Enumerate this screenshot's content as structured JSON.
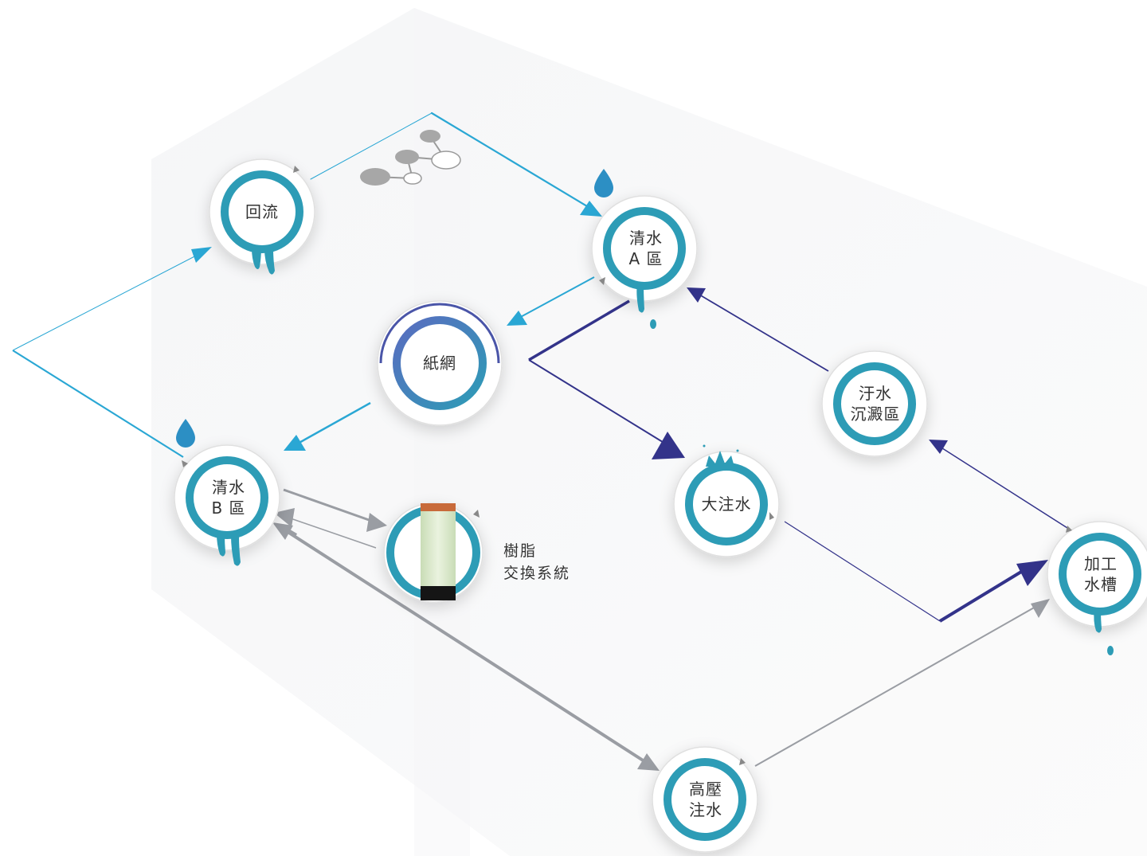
{
  "nodes": {
    "huiliu": {
      "label": "回流"
    },
    "qingshui_a": {
      "label_line1": "清水",
      "label_line2": "A 區"
    },
    "zhiwang": {
      "label": "紙網"
    },
    "wushui": {
      "label_line1": "汙水",
      "label_line2": "沉澱區"
    },
    "qingshui_b": {
      "label_line1": "清水",
      "label_line2": "B 區"
    },
    "dazhushui": {
      "label": "大注水"
    },
    "jiagong": {
      "label_line1": "加工",
      "label_line2": "水槽"
    },
    "gaoya": {
      "label_line1": "高壓",
      "label_line2": "注水"
    },
    "resin": {
      "label_line1": "樹脂",
      "label_line2": "交換系統"
    }
  },
  "colors": {
    "ring": "#2d9cb6",
    "cyan_flow": "#2aa7d4",
    "navy_flow": "#33338a",
    "gray_flow": "#9a9da3",
    "drop": "#2c8fc4"
  }
}
